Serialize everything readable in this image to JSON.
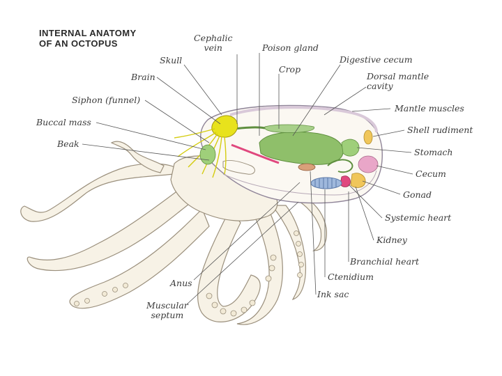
{
  "title": {
    "line1": "INTERNAL ANATOMY",
    "line2": "OF AN OCTOPUS"
  },
  "labels": {
    "cephalic_vein": {
      "line1": "Cephalic",
      "line2": "vein"
    },
    "poison_gland": "Poison gland",
    "skull": "Skull",
    "crop": "Crop",
    "digestive_cecum": "Digestive cecum",
    "brain": "Brain",
    "dorsal_mantle_cavity": {
      "line1": "Dorsal mantle",
      "line2": "cavity"
    },
    "siphon": "Siphon (funnel)",
    "mantle_muscles": "Mantle muscles",
    "buccal_mass": "Buccal mass",
    "shell_rudiment": "Shell rudiment",
    "beak": "Beak",
    "stomach": "Stomach",
    "cecum": "Cecum",
    "gonad": "Gonad",
    "systemic_heart": "Systemic heart",
    "kidney": "Kidney",
    "branchial_heart": "Branchial heart",
    "ctenidium": "Ctenidium",
    "anus": "Anus",
    "ink_sac": "Ink sac",
    "muscular_septum": {
      "line1": "Muscular",
      "line2": "septum"
    }
  },
  "colors": {
    "body": "#f7f2e6",
    "outline": "#9a8f7c",
    "brain": "#e8e21c",
    "digestive": "#8fbf6a",
    "gonad": "#e9a6c8",
    "kidney": "#f0c65a",
    "ctenidium": "#9fb8dc",
    "poison_gland": "#e0487e",
    "mantle": "#d9c9d9"
  }
}
